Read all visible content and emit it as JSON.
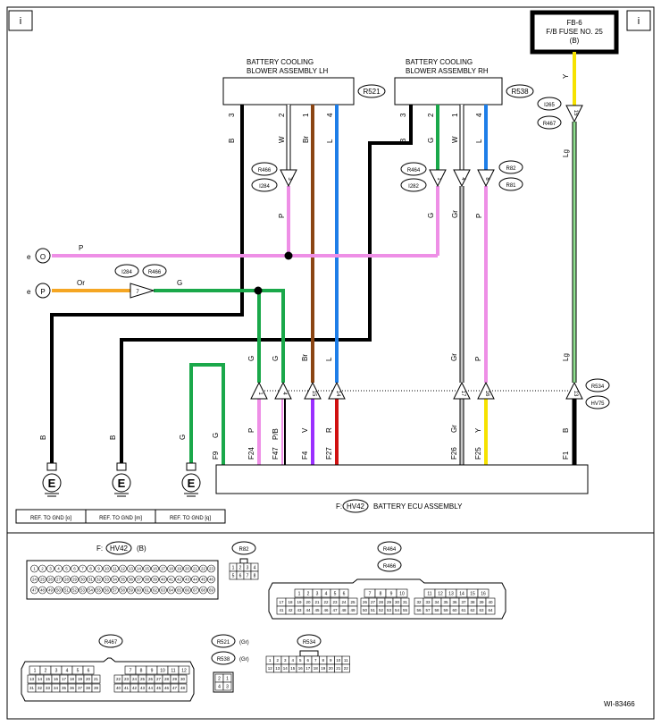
{
  "corner_marks": {
    "left": "i",
    "right": "i"
  },
  "fuse": {
    "line1": "FB-6",
    "line2": "F/B FUSE NO. 25",
    "line3": "(B)"
  },
  "components": {
    "lh_blower": {
      "line1": "BATTERY COOLING",
      "line2": "BLOWER ASSEMBLY LH",
      "connector": "R521",
      "pins": [
        "3",
        "2",
        "1",
        "4"
      ]
    },
    "rh_blower": {
      "line1": "BATTERY COOLING",
      "line2": "BLOWER ASSEMBLY RH",
      "connector": "R538",
      "pins": [
        "3",
        "2",
        "1",
        "4"
      ]
    },
    "ecu": {
      "prefix": "F:",
      "connector": "HV42",
      "label": "BATTERY ECU ASSEMBLY",
      "pins": [
        "F9",
        "F24",
        "F47",
        "P/B",
        "F4",
        "F27",
        "F26",
        "F25",
        "F1"
      ]
    }
  },
  "wire_colors": {
    "B": "#000000",
    "W": "#ffffff",
    "Br": "#8B4513",
    "L": "#1e7ee8",
    "G": "#1aa84a",
    "P": "#ee8fe6",
    "Gr": "#a8a8a8",
    "Y": "#f6e200",
    "Lg": "#90e090",
    "Or": "#f5a623",
    "V": "#9b30ff",
    "R": "#d01010"
  },
  "wire_labels": {
    "lh": [
      "B",
      "W",
      "Br",
      "L"
    ],
    "rh": [
      "B",
      "G",
      "W",
      "L"
    ],
    "lh_mid": [
      "P"
    ],
    "rh_mid": [
      "G",
      "Gr",
      "P"
    ],
    "yellow_top": "Y",
    "lg": [
      "Lg",
      "Lg"
    ],
    "bus_p": "P",
    "bus_or": "Or",
    "bus_g": "G",
    "lower": [
      "G",
      "G",
      "Br",
      "L",
      "Gr",
      "P"
    ],
    "ecu_side": [
      "G",
      "P",
      "P/B",
      "V",
      "R",
      "Gr",
      "Y",
      "B"
    ],
    "ground": [
      "B",
      "B",
      "G"
    ]
  },
  "connector_refs": {
    "lh_upper": [
      "R466",
      "I284"
    ],
    "rh_upper": [
      "R464",
      "I282"
    ],
    "rh_upper2": [
      "R82",
      "R81"
    ],
    "lg_upper": [
      "I265",
      "R467"
    ],
    "or_joint": [
      "I284",
      "R466"
    ],
    "lower_right": [
      "R534",
      "HV75"
    ]
  },
  "pin_numbers": {
    "lh_upper": "3",
    "rh_upper": [
      "1",
      "4",
      "8"
    ],
    "lg_upper": "15",
    "or_joint": "7",
    "lower": [
      "1",
      "4",
      "15",
      "14",
      "17",
      "16",
      "13"
    ]
  },
  "terminals": {
    "e1": "O",
    "e2": "P",
    "e_prefix": "e"
  },
  "grounds": {
    "symbol": "E",
    "refs": [
      "REF. TO GND [o]",
      "REF. TO GND [m]",
      "REF. TO GND [q]"
    ]
  },
  "connector_views": {
    "hv42": {
      "prefix": "F:",
      "name": "HV42",
      "suffix": "(B)",
      "row1": [
        "1",
        "2",
        "3",
        "4",
        "5",
        "6",
        "7",
        "8",
        "9",
        "10",
        "11",
        "12",
        "13",
        "14",
        "15",
        "16",
        "17",
        "18",
        "19",
        "20",
        "21",
        "22",
        "23"
      ],
      "row2": [
        "24",
        "25",
        "26",
        "27",
        "28",
        "29",
        "30",
        "31",
        "32",
        "33",
        "34",
        "35",
        "36",
        "37",
        "38",
        "39",
        "40",
        "41",
        "42",
        "43",
        "44",
        "45",
        "46"
      ],
      "row3": [
        "47",
        "48",
        "49",
        "50",
        "51",
        "52",
        "53",
        "54",
        "55",
        "56",
        "57",
        "58",
        "59",
        "60",
        "61",
        "62",
        "63",
        "64",
        "65",
        "66",
        "67",
        "68",
        "69"
      ]
    },
    "r82": {
      "name": "R82",
      "row1": [
        "1",
        "2",
        "3",
        "4"
      ],
      "row2": [
        "5",
        "6",
        "7",
        "8"
      ]
    },
    "r464": {
      "names": [
        "R464",
        "R466"
      ],
      "left_row1": [
        "1",
        "2",
        "3",
        "4",
        "5",
        "6"
      ],
      "left_row2": [
        "17",
        "18",
        "19",
        "20",
        "21",
        "22",
        "23",
        "24",
        "25"
      ],
      "left_row3": [
        "41",
        "42",
        "43",
        "44",
        "45",
        "46",
        "47",
        "48",
        "49"
      ],
      "mid_row1": [
        "7",
        "8",
        "9",
        "10"
      ],
      "mid_row2": [
        "26",
        "27",
        "28",
        "29",
        "30",
        "31"
      ],
      "mid_row3": [
        "50",
        "51",
        "52",
        "53",
        "54",
        "55"
      ],
      "right_row1": [
        "11",
        "12",
        "13",
        "14",
        "15",
        "16"
      ],
      "right_row2": [
        "32",
        "33",
        "34",
        "35",
        "36",
        "37",
        "38",
        "39",
        "40"
      ],
      "right_row3": [
        "56",
        "57",
        "58",
        "59",
        "60",
        "61",
        "62",
        "63",
        "64"
      ]
    },
    "r467": {
      "name": "R467",
      "left_row1": [
        "1",
        "2",
        "3",
        "4",
        "5",
        "6"
      ],
      "left_row2": [
        "13",
        "14",
        "15",
        "16",
        "17",
        "18",
        "19",
        "20",
        "21"
      ],
      "left_row3": [
        "31",
        "32",
        "33",
        "34",
        "35",
        "36",
        "37",
        "38",
        "39"
      ],
      "right_row1": [
        "7",
        "8",
        "9",
        "10",
        "11",
        "12"
      ],
      "right_row2": [
        "22",
        "23",
        "24",
        "25",
        "26",
        "27",
        "28",
        "29",
        "30"
      ],
      "right_row3": [
        "40",
        "41",
        "42",
        "43",
        "44",
        "45",
        "46",
        "47",
        "48"
      ]
    },
    "r521": {
      "names": [
        "R521",
        "R538"
      ],
      "suffix": "(Gr)",
      "pins": [
        "2",
        "1",
        "4",
        "3"
      ]
    },
    "r534": {
      "name": "R534",
      "row1": [
        "1",
        "2",
        "3",
        "4",
        "5",
        "6",
        "7",
        "8",
        "9",
        "10",
        "11"
      ],
      "row2": [
        "12",
        "13",
        "14",
        "15",
        "16",
        "17",
        "18",
        "19",
        "20",
        "21",
        "22"
      ]
    }
  },
  "figure_id": "WI-83466"
}
